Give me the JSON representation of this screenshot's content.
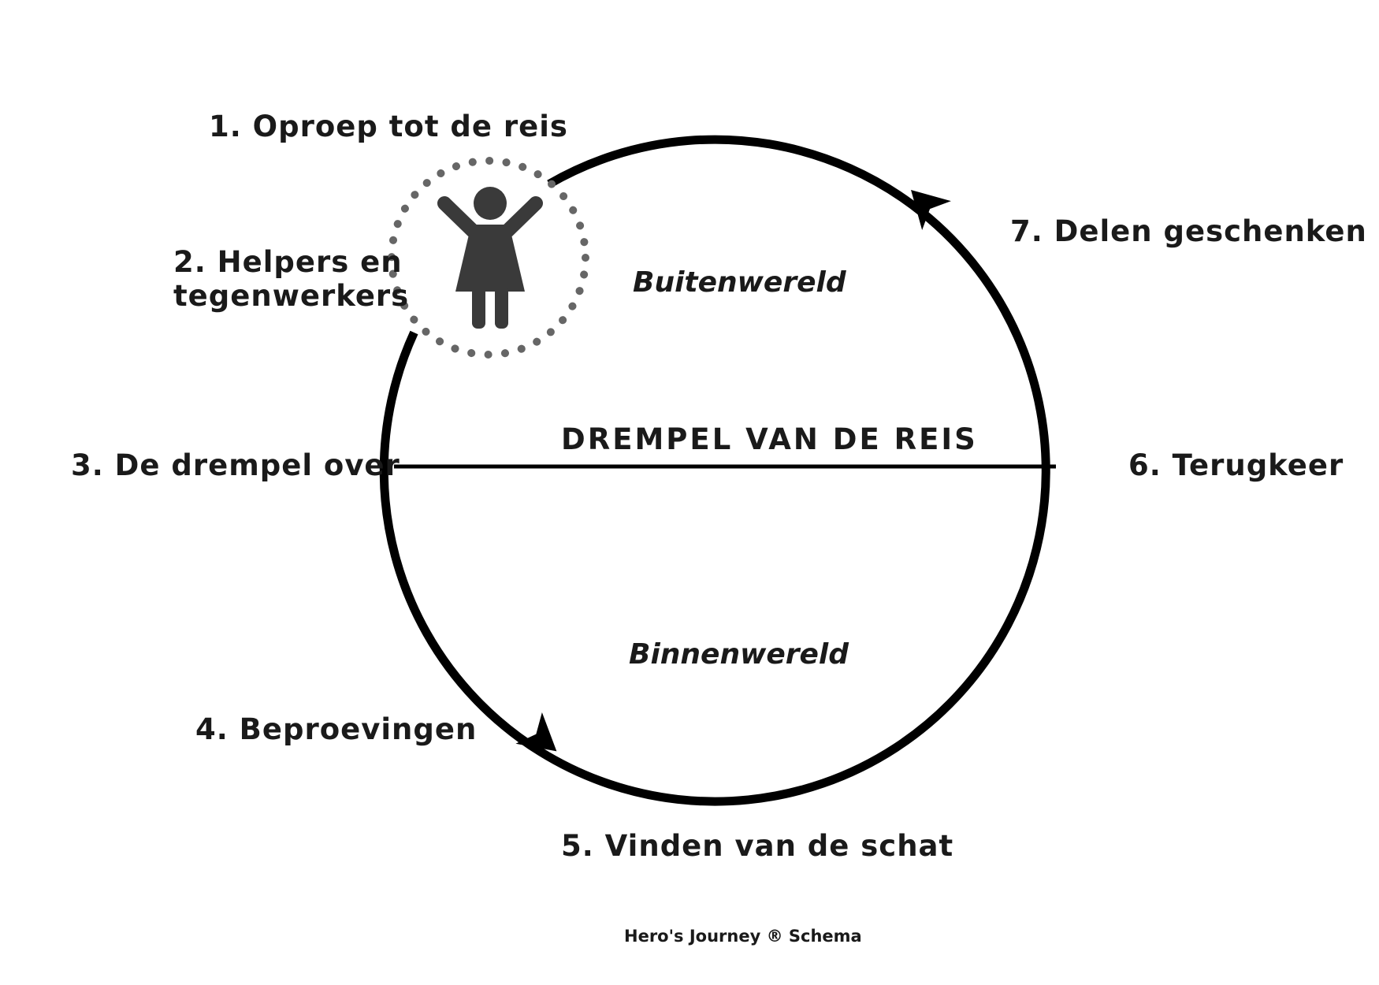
{
  "stages": [
    {
      "number": "1.",
      "label": "1. Oproep tot de reis"
    },
    {
      "number": "2.",
      "label_line1": "2. Helpers en",
      "label_line2": "tegenwerkers"
    },
    {
      "number": "3.",
      "label": "3. De drempel over"
    },
    {
      "number": "4.",
      "label": "4. Beproevingen"
    },
    {
      "number": "5.",
      "label": "5. Vinden van de schat"
    },
    {
      "number": "6.",
      "label": "6. Terugkeer"
    },
    {
      "number": "7.",
      "label": "7. Delen geschenken"
    }
  ],
  "regions": {
    "upper": "Buitenwereld",
    "lower": "Binnenwereld",
    "threshold": "DREMPEL VAN DE REIS"
  },
  "footer": "Hero's Journey ® Schema",
  "icons": {
    "hero": "person-arms-raised-icon",
    "arrows": [
      "arrowhead-icon",
      "arrowhead-icon"
    ]
  },
  "colors": {
    "line": "#000000",
    "figure": "#3a3a3a",
    "dots": "#666666",
    "text": "#1a1a1a"
  }
}
